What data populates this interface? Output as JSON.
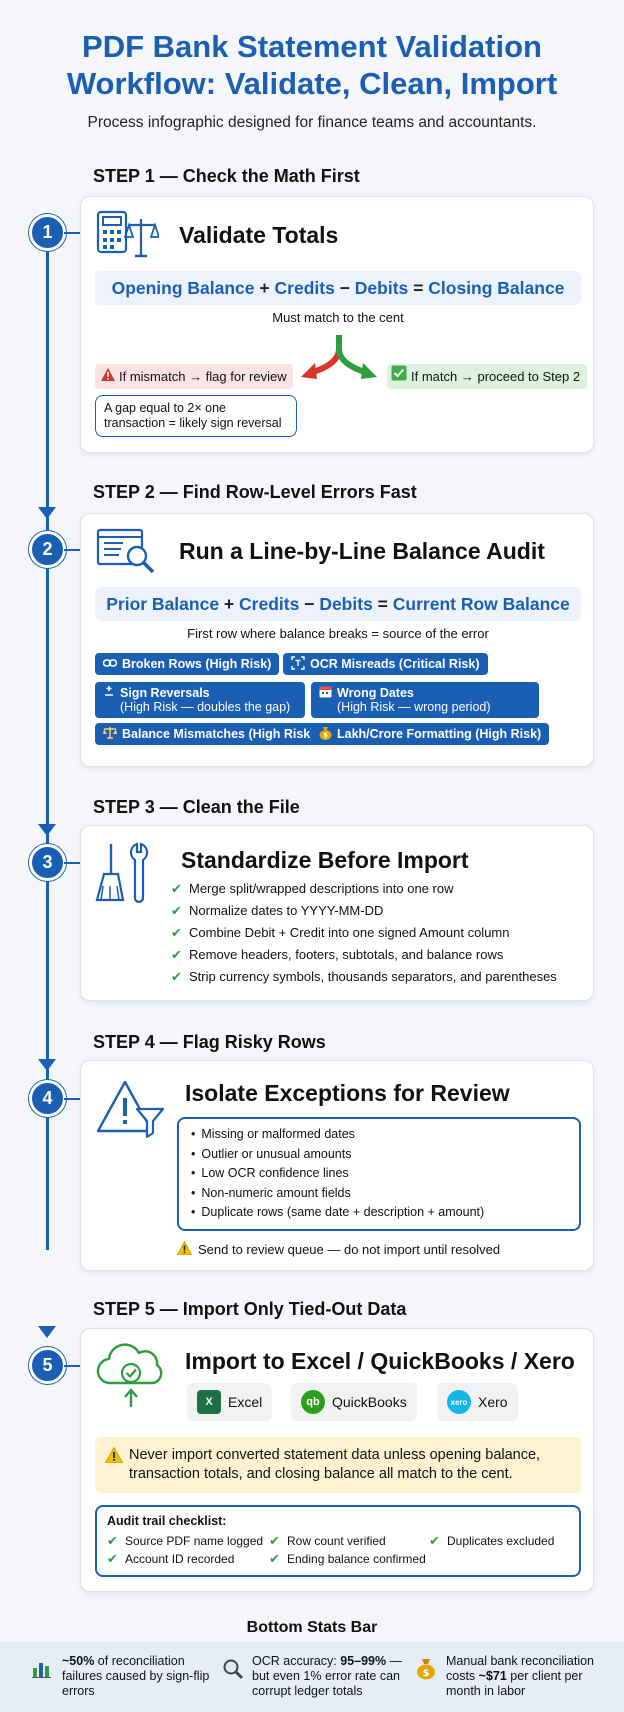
{
  "header": {
    "title_line1": "PDF Bank Statement Validation",
    "title_line2": "Workflow: Validate, Clean, Import",
    "subtitle": "Process infographic designed for finance teams and accountants."
  },
  "steps": [
    {
      "number": "1",
      "heading": "STEP 1 — Check the Math First",
      "title": "Validate Totals",
      "formula": {
        "a": "Opening Balance",
        "op1": "+",
        "b": "Credits",
        "op2": "−",
        "c": "Debits",
        "eq": "=",
        "d": "Closing Balance"
      },
      "note": "Must match to the cent",
      "mismatch_label": "If mismatch → flag for review",
      "match_label": "If match → proceed to Step 2",
      "gap_note": "A gap equal to 2× one transaction = likely sign reversal"
    },
    {
      "number": "2",
      "heading": "STEP 2 — Find Row-Level Errors Fast",
      "title": "Run a Line-by-Line Balance Audit",
      "formula": {
        "a": "Prior Balance",
        "op1": "+",
        "b": "Credits",
        "op2": "−",
        "c": "Debits",
        "eq": "=",
        "d": "Current Row Balance"
      },
      "note": "First row where balance breaks = source of the error",
      "chips": [
        {
          "label": "Broken Rows (High Risk)"
        },
        {
          "label": "OCR Misreads (Critical Risk)"
        },
        {
          "label": "Sign Reversals",
          "sub": "(High Risk — doubles the gap)"
        },
        {
          "label": "Wrong Dates",
          "sub": "(High Risk — wrong period)"
        },
        {
          "label": "Balance Mismatches (High Risk)"
        },
        {
          "label": "Lakh/Crore Formatting (High Risk)"
        }
      ]
    },
    {
      "number": "3",
      "heading": "STEP 3 — Clean the File",
      "title": "Standardize Before Import",
      "checks": [
        "Merge split/wrapped descriptions into one row",
        "Normalize dates to YYYY-MM-DD",
        "Combine Debit + Credit into one signed Amount column",
        "Remove headers, footers, subtotals, and balance rows",
        "Strip currency symbols, thousands separators, and parentheses"
      ]
    },
    {
      "number": "4",
      "heading": "STEP 4 — Flag Risky Rows",
      "title": "Isolate Exceptions for Review",
      "exceptions": [
        "Missing or malformed dates",
        "Outlier or unusual amounts",
        "Low OCR confidence lines",
        "Non-numeric amount fields",
        "Duplicate rows (same date + description + amount)"
      ],
      "review_note": "Send to review queue — do not import until resolved"
    },
    {
      "number": "5",
      "heading": "STEP 5 — Import Only Tied-Out Data",
      "title": "Import to Excel / QuickBooks / Xero",
      "apps": [
        {
          "name": "Excel",
          "logo": "X",
          "color": "#1d7044"
        },
        {
          "name": "QuickBooks",
          "logo": "qb",
          "color": "#2ca01c"
        },
        {
          "name": "Xero",
          "logo": "xero",
          "color": "#13b5ea"
        }
      ],
      "warning": "Never import converted statement data unless opening balance, transaction totals, and closing balance all match to the cent.",
      "audit_title": "Audit trail checklist:",
      "audit_items": [
        "Source PDF name logged",
        "Row count verified",
        "Duplicates excluded",
        "Account ID recorded",
        "Ending balance confirmed"
      ]
    }
  ],
  "stats": {
    "title": "Bottom Stats Bar",
    "items": [
      {
        "bold": "~50%",
        "text": " of reconciliation failures caused by sign-flip errors"
      },
      {
        "pre": "OCR accuracy: ",
        "bold": "95–99%",
        "text": " — but even 1% error rate can corrupt ledger totals"
      },
      {
        "pre": "Manual bank reconciliation costs ",
        "bold": "~$71",
        "text": " per client per month in labor"
      }
    ]
  },
  "colors": {
    "accent": "#1a5fb4",
    "success": "#2e9d3e",
    "danger": "#d9362b",
    "warning": "#e0a800"
  }
}
